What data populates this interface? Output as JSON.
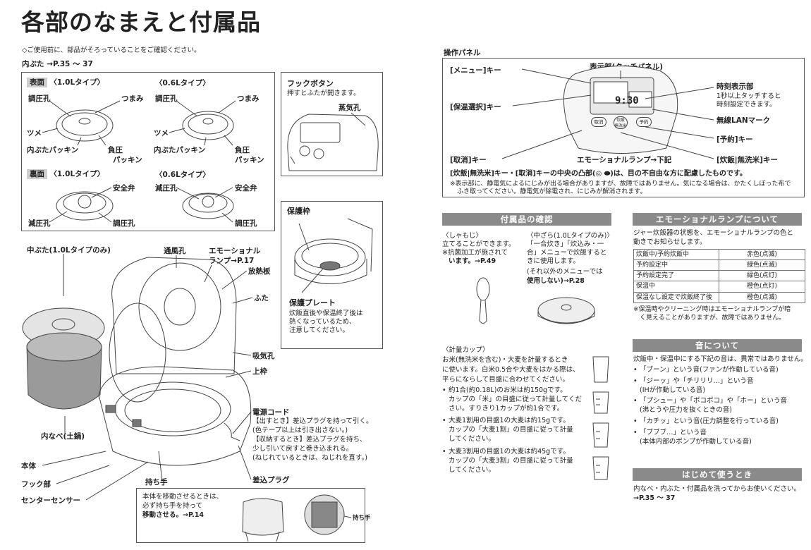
{
  "title": "各部のなまえと付属品",
  "intro_note": "◇ご使用前に、部品がそろっていることをご確認ください。",
  "inner_lid_heading": "内ぶた →P.35 ～ 37",
  "inner_lid": {
    "front_badge": "表面",
    "back_badge": "裏面",
    "type_10": "〈1.0Lタイプ〉",
    "type_06": "〈0.6Lタイプ〉",
    "tyoatsu": "調圧孔",
    "tsumami": "つまみ",
    "tsume": "ツメ",
    "packing": "内ぶたパッキン",
    "fuatsu_1": "負圧",
    "fuatsu_2": "パッキン",
    "anzenben": "安全弁",
    "genatsu": "減圧孔"
  },
  "hook_box": {
    "title": "フックボタン",
    "desc": "押すとふたが開きます。",
    "steam": "蒸気孔"
  },
  "protect_box": {
    "frame": "保護枠",
    "plate": "保護プレート",
    "desc_1": "炊飯直後や保温終了後は",
    "desc_2": "熱くなっているため、",
    "desc_3": "注意してください。"
  },
  "body_labels": {
    "nakabuta": "中ぶた(1.0Lタイプのみ)",
    "tsufuko": "通風孔",
    "emo_1": "エモーショナル",
    "emo_2": "ランプ→P.17",
    "hounetsu": "放熱板",
    "futa": "ふた",
    "kyuki": "吸気孔",
    "uwawaku": "上枠",
    "cord_title": "電源コード",
    "cord_1": "【出すとき】差込プラグを持って引く。",
    "cord_2": "(色テープ以上は引き出さない。)",
    "cord_3": "【収納するとき】差込プラグを持ち、",
    "cord_4": "少し引いて戻すと巻き込まれる。",
    "cord_5": "(ねじれているときは、ねじれを直す。)",
    "plug": "差込プラグ",
    "uchinabe": "内なべ(土鍋)",
    "hontai": "本体",
    "hook": "フック部",
    "sensor": "センターセンサー",
    "handle": "持ち手",
    "handle_note_1": "本体を移動させるときは、",
    "handle_note_2": "必ず持ち手を持って",
    "handle_note_3": "移動させる。→P.14",
    "handle_small": "持ち手"
  },
  "panel": {
    "heading": "操作パネル",
    "display": "表示部(タッチパネル)",
    "menu_key": "[メニュー]キー",
    "hoon_key": "[保温選択]キー",
    "torikeshi_key": "[取消]キー",
    "clock_title": "時刻表示部",
    "clock_1": "1秒以上タッチすると",
    "clock_2": "時刻設定できます。",
    "lan": "無線LANマーク",
    "yoyaku_key": "[予約]キー",
    "emo_lamp": "エモーショナルランプ→下記",
    "suihan_key": "[炊飯|無洗米]キー",
    "time_display": "9:30",
    "btn_cancel": "取消",
    "btn_cook_1": "炊飯",
    "btn_cook_2": "無洗米",
    "btn_reserve": "予約",
    "note_bold": "[炊飯|無洗米]キー・[取消]キーの中央の凸部(◎ ⬬)は、目の不自由な方に配慮したものです。",
    "note_1": "※表示部に、静電気によるにじみが出る場合がありますが、故障ではありません。気になる場合は、かたくしぼった布で",
    "note_2": "ふき取ってください。静電気が除電され、にじみが解消されます。"
  },
  "accessories": {
    "header": "付属品の確認",
    "shamoji_title": "〈しゃもじ〉",
    "shamoji_1": "立てることができます。",
    "shamoji_2": "※抗菌加工が施されて",
    "shamoji_3": "います。→P.49",
    "nakazara_title": "〈中ざら(1.0Lタイプのみ)〉",
    "nakazara_1": "「一合炊き」「炊込み・一",
    "nakazara_2": "合」メニューで炊飯すると",
    "nakazara_3": "きに使用します。",
    "nakazara_4": "(それ以外のメニューでは",
    "nakazara_5": "使用しない)→P.28",
    "cup_title": "〈計量カップ〉",
    "cup_1": "お米(無洗米を含む)・大麦を計量するとき",
    "cup_2": "に使います。白米0.5合や大麦をはかる際は、",
    "cup_3": "平らにならして目盛に合わせてください。",
    "cup_items": [
      [
        "約1合(約0.18L)のお米は約150gです。",
        "カップの「米」の目盛に従って計量してくだ",
        "さい。すりきり1カップが約1合です。"
      ],
      [
        "大麦1割用の目盛1の大麦は約15gです。",
        "カップの「大麦1割」の目盛に従って計量",
        "してください。"
      ],
      [
        "大麦3割用の目盛1の大麦は約45gです。",
        "カップの「大麦3割」の目盛に従って計量",
        "してください。"
      ]
    ]
  },
  "emotional_lamp": {
    "header": "エモーショナルランプについて",
    "desc_1": "ジャー炊飯器の状態を、エモーショナルランプの色と",
    "desc_2": "動きでお知らせします。",
    "rows": [
      [
        "炊飯中/予約炊飯中",
        "赤色(点滅)"
      ],
      [
        "予約設定中",
        "緑色(点滅)"
      ],
      [
        "予約設定完了",
        "緑色(点灯)"
      ],
      [
        "保温中",
        "橙色(点灯)"
      ],
      [
        "保温なし設定で炊飯終了後",
        "橙色(点滅)"
      ]
    ],
    "note_1": "※保温時やクリーニング時はエモーショナルランプが暗",
    "note_2": "く見えることがありますが、故障ではありません。"
  },
  "sound": {
    "header": "音について",
    "desc": "炊飯中・保温中にする下記の音は、異常ではありません。",
    "items": [
      [
        "「ブーン」という音(ファンが作動している音)"
      ],
      [
        "「ジーッ」や「チリリリ…」という音",
        "(IHが作動している音)"
      ],
      [
        "「プシュー」や「ポコポコ」や「ホー」という音",
        "(沸とうや圧力を抜くときの音)"
      ],
      [
        "「カチッ」という音(圧力調整を行っている音)"
      ],
      [
        "「ブブブ…」という音",
        "(本体内部のポンプが作動している音)"
      ]
    ]
  },
  "first_use": {
    "header": "はじめて使うとき",
    "desc": "内なべ・内ぶた・付属品を洗ってからお使いください。",
    "ref": "→P.35 ～ 37"
  }
}
